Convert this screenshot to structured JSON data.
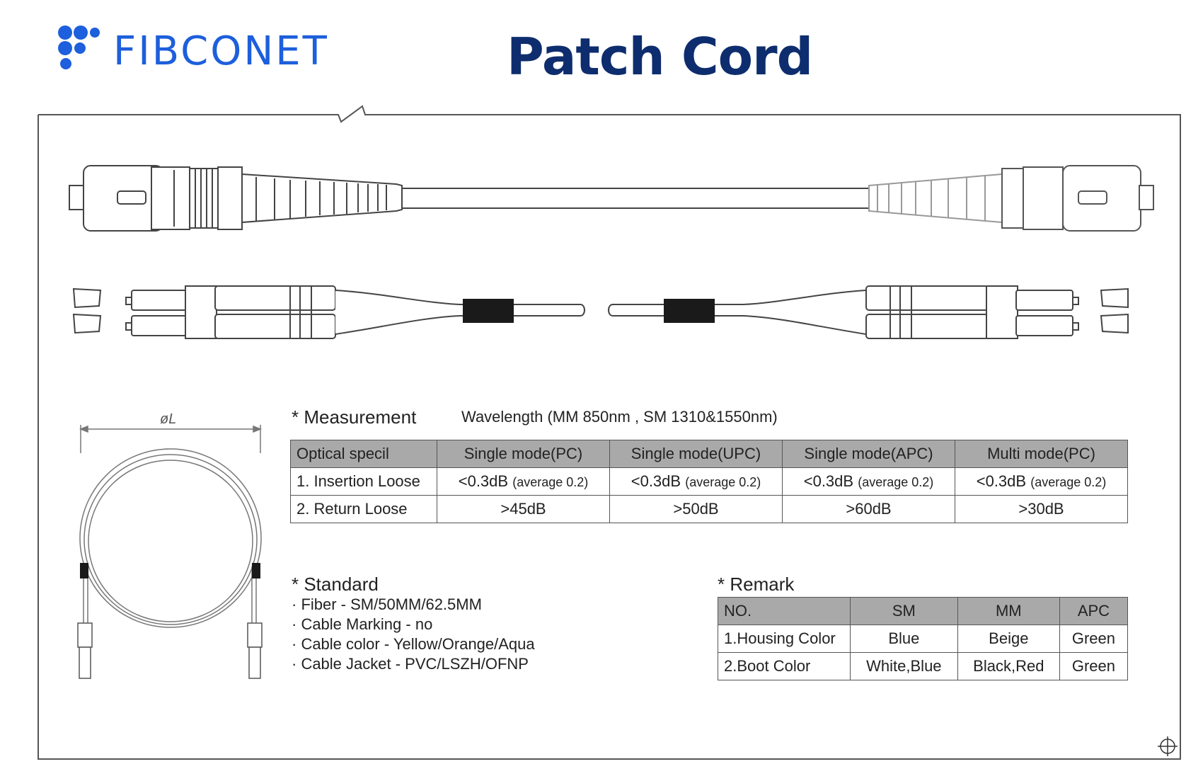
{
  "header": {
    "brand": "FIBCONET",
    "title": "Patch Cord"
  },
  "colors": {
    "brand": "#1d5fdc",
    "title": "#0e2d6e",
    "table_header": "#a9a9a9",
    "line": "#555555"
  },
  "diagram": {
    "coil_label": "øL"
  },
  "measurement": {
    "label": "* Measurement",
    "wavelength": "Wavelength (MM 850nm , SM 1310&1550nm)",
    "headers": [
      "Optical specil",
      "Single mode(PC)",
      "Single mode(UPC)",
      "Single mode(APC)",
      "Multi mode(PC)"
    ],
    "insertion_label": "1. Insertion Loose",
    "insertion_value": "<0.3dB",
    "insertion_avg": "(average 0.2)",
    "return_label": "2. Return Loose",
    "return_values": [
      ">45dB",
      ">50dB",
      ">60dB",
      ">30dB"
    ]
  },
  "standard": {
    "label": "* Standard",
    "items": [
      "· Fiber - SM/50MM/62.5MM",
      "· Cable Marking - no",
      "· Cable color - Yellow/Orange/Aqua",
      "· Cable Jacket - PVC/LSZH/OFNP"
    ]
  },
  "remark": {
    "label": "* Remark",
    "headers": [
      "NO.",
      "SM",
      "MM",
      "APC"
    ],
    "rows": [
      [
        "1.Housing Color",
        "Blue",
        "Beige",
        "Green"
      ],
      [
        "2.Boot Color",
        "White,Blue",
        "Black,Red",
        "Green"
      ]
    ]
  }
}
